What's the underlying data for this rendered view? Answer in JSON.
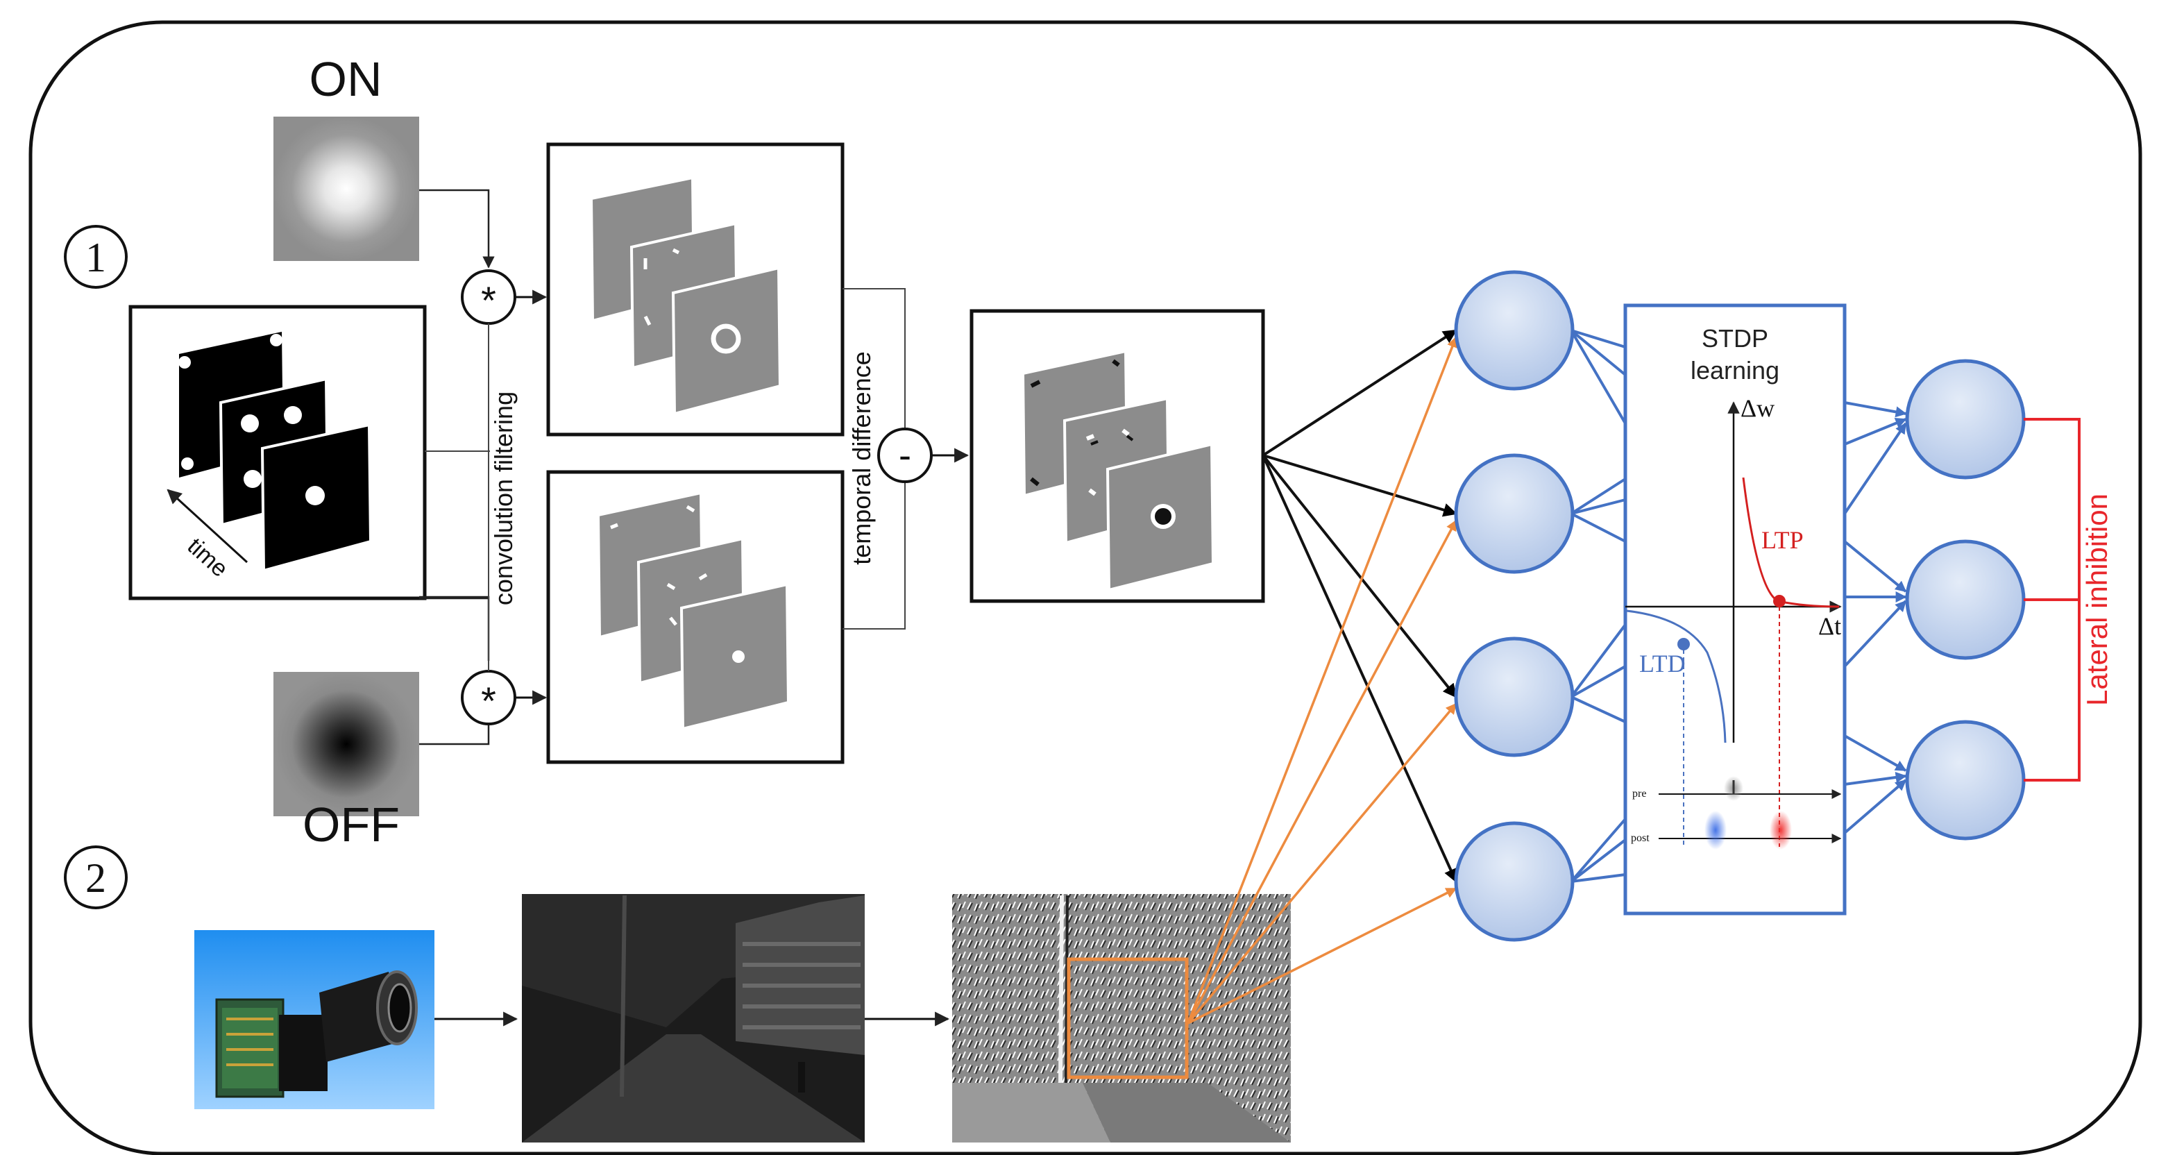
{
  "section_markers": {
    "first": "①",
    "second": "②"
  },
  "filters": {
    "on_label": "ON",
    "off_label": "OFF"
  },
  "operators": {
    "convolution_symbol": "*",
    "difference_symbol": "-"
  },
  "labels": {
    "convolution": "convolution filtering",
    "temporal": "temporal difference",
    "time": "time",
    "lateral": "Lateral inhibition"
  },
  "stdp": {
    "title_line1": "STDP",
    "title_line2": "learning",
    "dw_axis": "Δw",
    "dt_axis": "Δt",
    "ltp": "LTP",
    "ltd": "LTD",
    "pre": "pre",
    "post": "post"
  },
  "colors": {
    "network_blue": "#4472c4",
    "neuron_fill": "#c9d8f0",
    "orange": "#ed8b3f",
    "inhibition_red": "#e8262b",
    "ltp_red": "#d42020",
    "ltd_blue": "#4a72c0"
  }
}
